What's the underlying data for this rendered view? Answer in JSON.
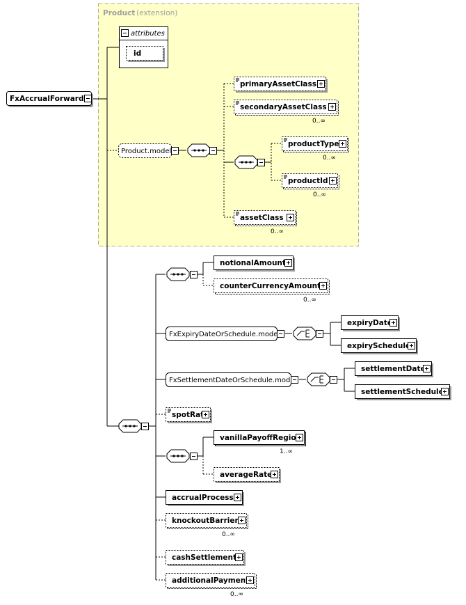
{
  "extension_group": {
    "title": "Product",
    "subtitle": "(extension)"
  },
  "attributes_box": {
    "label": "attributes",
    "attribute": "id"
  },
  "root": {
    "label": "FxAccrualForward"
  },
  "product_model": {
    "label": "Product.model"
  },
  "elements": {
    "primaryAssetClass": {
      "label": "primaryAssetClass"
    },
    "secondaryAssetClass": {
      "label": "secondaryAssetClass",
      "cardinality": "0..∞"
    },
    "productType": {
      "label": "productType",
      "cardinality": "0..∞"
    },
    "productId": {
      "label": "productId",
      "cardinality": "0..∞"
    },
    "assetClass": {
      "label": "assetClass",
      "cardinality": "0..∞"
    },
    "notionalAmount": {
      "label": "notionalAmount"
    },
    "counterCurrencyAmount": {
      "label": "counterCurrencyAmount",
      "cardinality": "0..∞"
    },
    "expiryDate": {
      "label": "expiryDate"
    },
    "expirySchedule": {
      "label": "expirySchedule"
    },
    "settlementDate": {
      "label": "settlementDate"
    },
    "settlementSchedule": {
      "label": "settlementSchedule"
    },
    "spotRate": {
      "label": "spotRate"
    },
    "vanillaPayoffRegion": {
      "label": "vanillaPayoffRegion",
      "cardinality": "1..∞"
    },
    "averageRate": {
      "label": "averageRate"
    },
    "accrualProcess": {
      "label": "accrualProcess"
    },
    "knockoutBarrier": {
      "label": "knockoutBarrier",
      "cardinality": "0..∞"
    },
    "cashSettlement": {
      "label": "cashSettlement"
    },
    "additionalPayment": {
      "label": "additionalPayment",
      "cardinality": "0..∞"
    }
  },
  "groups": {
    "expiry": {
      "label": "FxExpiryDateOrSchedule.model"
    },
    "settlement": {
      "label": "FxSettlementDateOrSchedule.model"
    }
  },
  "colors": {
    "extension_fill": "#ffffc8",
    "extension_border": "#b0b080"
  }
}
